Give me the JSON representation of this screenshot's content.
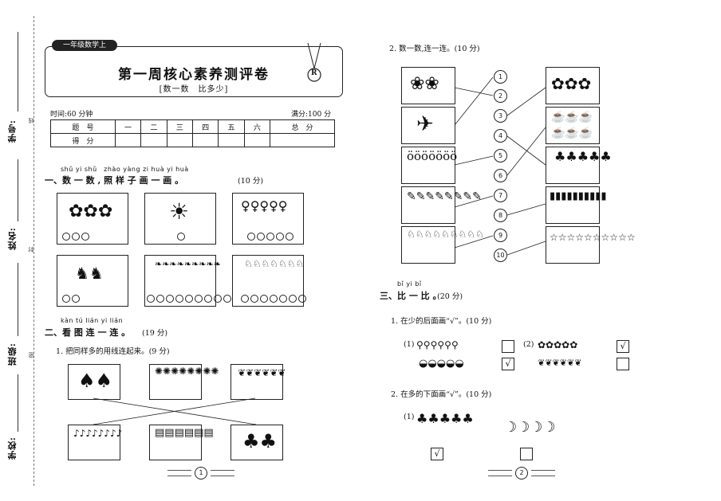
{
  "sidebar": {
    "xuehao": "学号:",
    "xingming": "姓名:",
    "banji": "班级:",
    "xuexiao": "学校:",
    "marks": [
      "线",
      "封",
      "密"
    ]
  },
  "header": {
    "grade_tag": "一年级数学上",
    "title": "第一周核心素养测评卷",
    "subtitle": "[数一数　比多少]",
    "badge": "R"
  },
  "meta": {
    "time": "时间:60 分钟",
    "full_score": "满分:100 分"
  },
  "score_table": {
    "row1": [
      "题　号",
      "一",
      "二",
      "三",
      "四",
      "五",
      "六",
      "总　分"
    ],
    "row2": [
      "得　分",
      "",
      "",
      "",
      "",
      "",
      "",
      ""
    ]
  },
  "section1": {
    "pinyin": "shǔ yi shǔ　zhào yàng zi huà yi huà",
    "title": "一、数 一 数 , 照 样 子 画 一 画 。",
    "score": "(10 分)"
  },
  "section2": {
    "pinyin": "kàn tú lián yi lián",
    "title": "二、看 图 连 一 连 。",
    "score": "(19 分)",
    "q1": "1. 把同样多的用线连起来。(9 分)",
    "q2": "2. 数一数,连一连。(10 分)"
  },
  "section3": {
    "pinyin": "bǐ yi bǐ",
    "title": "三、比 一 比 。",
    "score": "(20 分)",
    "q1": "1. 在少的后面画“√”。(10 分)",
    "q2": "2. 在多的下面画“√”。(10 分)",
    "label1": "(1)",
    "label2": "(2)",
    "check": "√"
  },
  "numbers": [
    "1",
    "2",
    "3",
    "4",
    "5",
    "6",
    "7",
    "8",
    "9",
    "10"
  ],
  "pages": {
    "p1": "1",
    "p2": "2"
  }
}
